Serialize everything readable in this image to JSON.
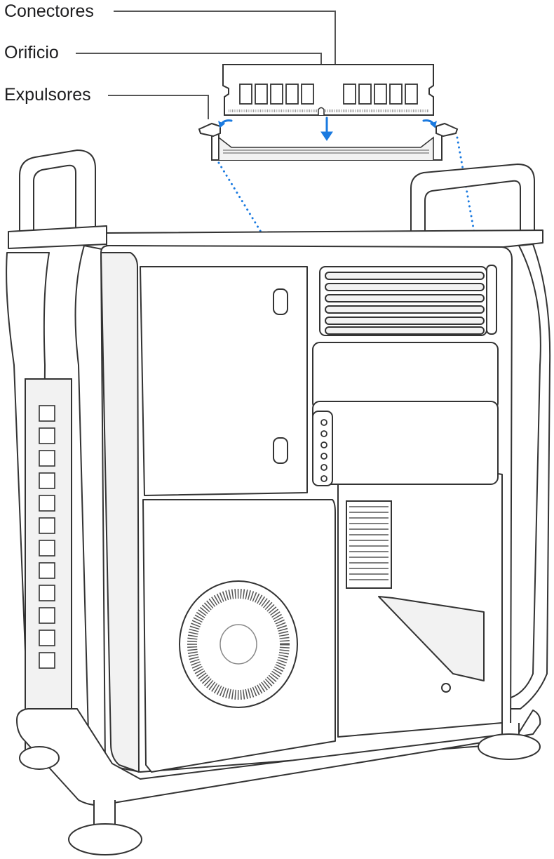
{
  "callouts": {
    "connectors": "Conectores",
    "notch": "Orificio",
    "ejectors": "Expulsores"
  },
  "colors": {
    "line": "#333333",
    "callout_line": "#555555",
    "accent": "#1a7ae0",
    "fill": "#ffffff",
    "shade": "#f2f2f2"
  }
}
